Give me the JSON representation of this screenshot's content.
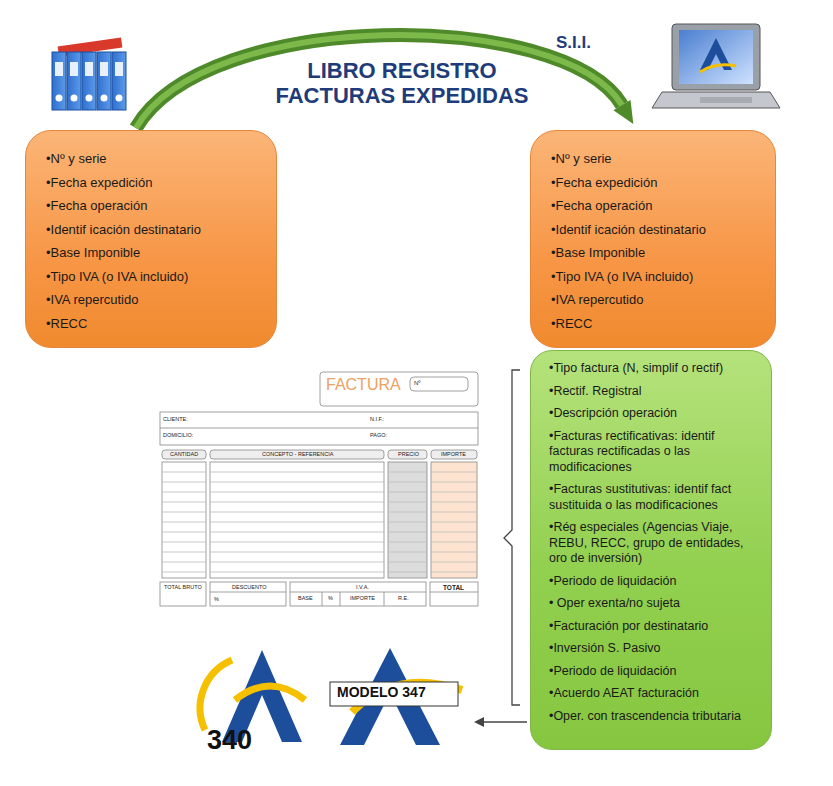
{
  "diagram": {
    "title": "LIBRO REGISTRO FACTURAS EXPEDIDAS",
    "nodes": [
      {
        "text": [
          "•Nº y serie",
          "•Fecha expedición",
          "•Fecha operación",
          "•Identif icación destinatario",
          "•Base Imponible",
          "•Tipo IVA (o IVA incluido)",
          "•IVA repercutido",
          "•RECC"
        ]
      },
      {
        "text": [
          "•Nº y serie",
          "•Fecha expedición",
          "•Fecha operación",
          "•Identif icación destinatario",
          "•Base Imponible",
          "•Tipo IVA (o IVA incluido)",
          "•IVA repercutido",
          "•RECC"
        ]
      },
      {
        "text": [
          "•Tipo factura (N, simplif o rectif)",
          "•Rectif. Registral",
          "•Descripción operación",
          "•Facturas rectificativas: identif facturas rectificadas o las modificaciones",
          "•Facturas sustitutivas: identif fact sustituida o las modificaciones",
          "•Rég especiales (Agencias Viaje, REBU, RECC, grupo de entidades, oro de inversión)",
          "•Periodo de liquidación",
          "• Oper exenta/no sujeta",
          "•Facturación por destinatario",
          "•Inversión S. Pasivo",
          "•Periodo de liquidación",
          "•Acuerdo AEAT facturación",
          "•Oper. con trascendencia tributaria"
        ]
      }
    ],
    "edges": [
      {
        "from": 0,
        "to": 1,
        "arrow": "to"
      }
    ],
    "labels": [
      "S.I.I.",
      "FACTURA",
      "Nº",
      "CLIENTE:",
      "N.I.F.:",
      "DOMICILIO:",
      "PAGO:",
      "CANTIDAD",
      "CONCEPTO - REFERENCIA",
      "PRECIO",
      "IMPORTE",
      "TOTAL BRUTO",
      "DESCUENTO",
      "%",
      "BASE",
      "%",
      "I.V.A.",
      "IMPORTE",
      "R.E.",
      "TOTAL",
      "MODELO 347",
      "340"
    ]
  }
}
